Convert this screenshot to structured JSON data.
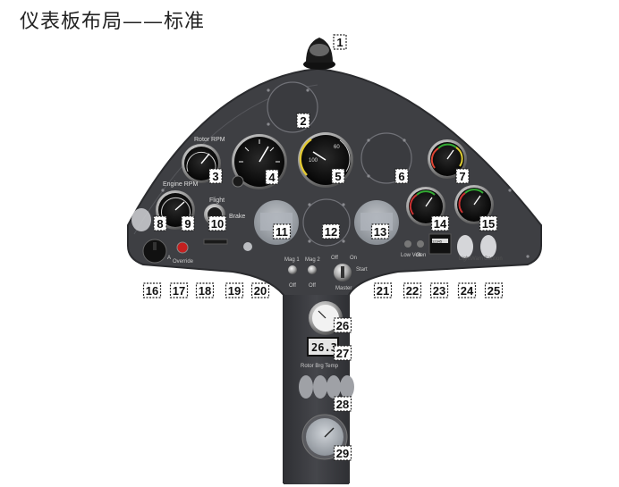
{
  "title": "仪表板布局——标准",
  "labels": {
    "rotor_rpm": "Rotor RPM",
    "engine_rpm": "Engine RPM",
    "flight": "Flight",
    "brake": "Brake",
    "mag1": "Mag 1",
    "mag2": "Mag 2",
    "off1": "Off",
    "off2": "Off",
    "off_key": "Off",
    "on_key": "On",
    "start": "Start",
    "master": "Master",
    "low_volt": "Low\nVolt",
    "gen": "Gen",
    "override": "Override",
    "a": "A",
    "rotor_brg_temp": "Rotor Brg Temp",
    "light": "Light",
    "warn": "Warn",
    "caution": "Caution",
    "hobbs": "26.3",
    "hourmeter": "12345"
  },
  "callouts": [
    "1",
    "2",
    "3",
    "4",
    "5",
    "6",
    "7",
    "8",
    "9",
    "10",
    "11",
    "12",
    "13",
    "14",
    "15",
    "16",
    "17",
    "18",
    "19",
    "20",
    "21",
    "22",
    "23",
    "24",
    "25",
    "26",
    "27",
    "28",
    "29"
  ],
  "colors": {
    "panel": "#3c3d41",
    "panel_edge": "#2b2c2f",
    "callout_bg": "#ffffff",
    "callout_border": "#222222"
  }
}
